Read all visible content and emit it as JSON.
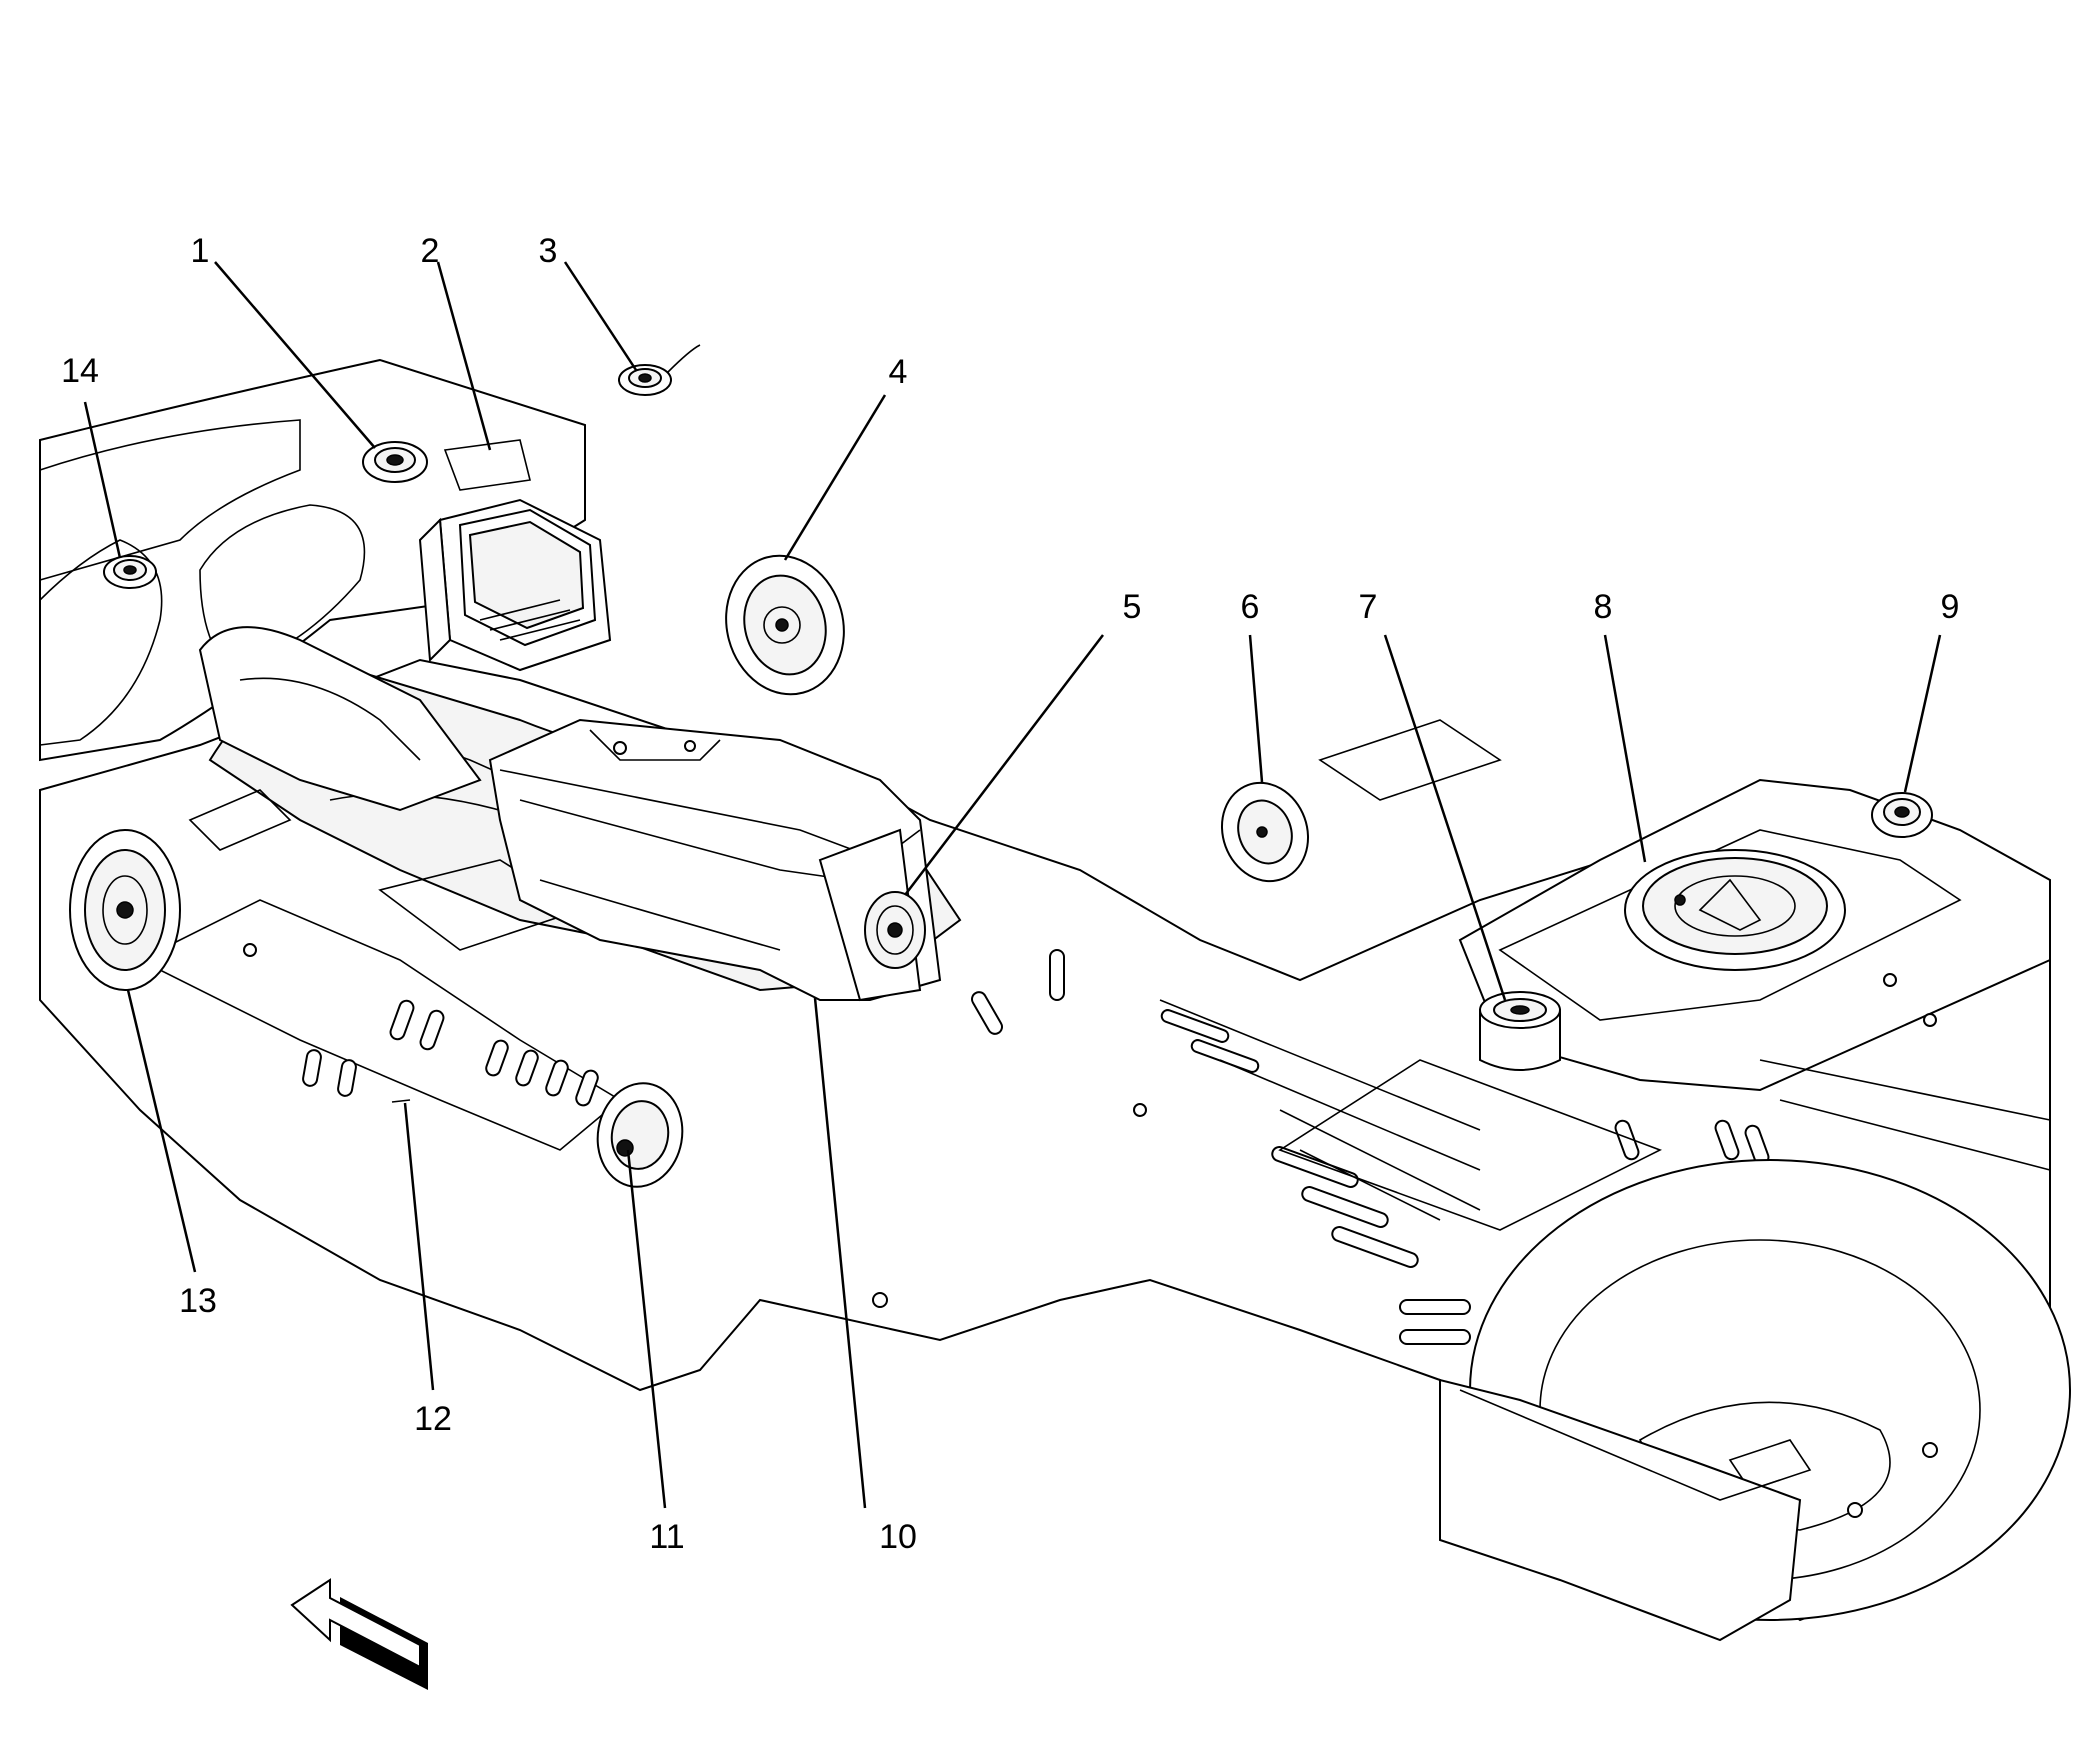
{
  "callouts": {
    "c1": "1",
    "c2": "2",
    "c3": "3",
    "c4": "4",
    "c5": "5",
    "c6": "6",
    "c7": "7",
    "c8": "8",
    "c9": "9",
    "c10": "10",
    "c11": "11",
    "c12": "12",
    "c13": "13",
    "c14": "14"
  },
  "icons": {
    "direction_arrow": "front-direction-arrow-icon"
  },
  "colors": {
    "line": "#000000",
    "background": "#ffffff"
  }
}
